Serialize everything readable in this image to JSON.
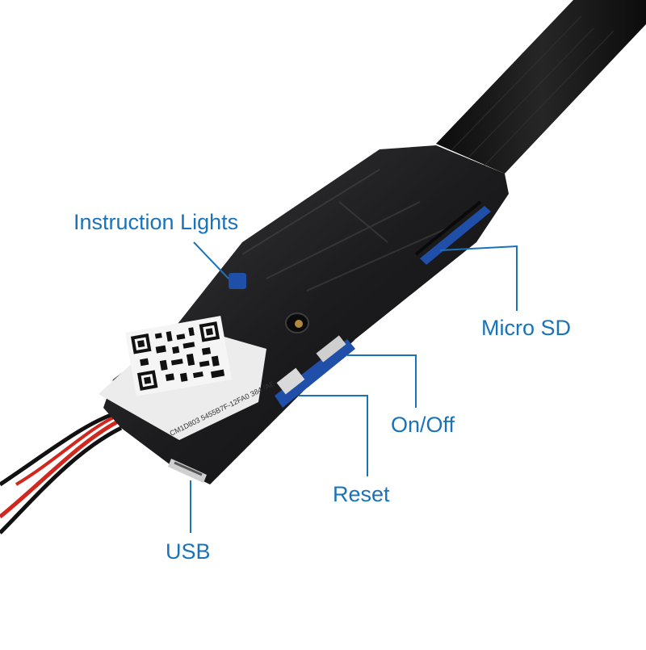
{
  "labels": {
    "instruction_lights": "Instruction Lights",
    "micro_sd": "Micro SD",
    "on_off": "On/Off",
    "reset": "Reset",
    "usb": "USB"
  },
  "sticker": {
    "serial": "CM1D803 5455B7F-12FA0 384 /AE"
  },
  "colors": {
    "callout": "#1a73b8",
    "background": "#ffffff",
    "module_body": "#1c1c1e",
    "strap": "#141414",
    "pcb_blue": "#1f4fa8",
    "wire_red": "#d0271f",
    "wire_black": "#111111"
  }
}
